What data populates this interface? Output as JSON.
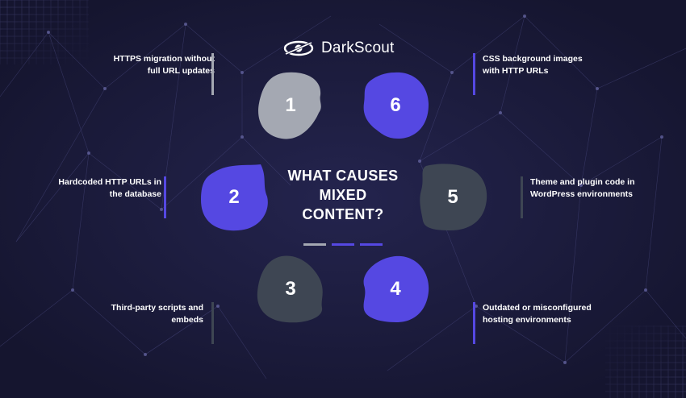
{
  "brand": {
    "name": "DarkScout"
  },
  "center": {
    "title_line1": "WHAT CAUSES",
    "title_line2": "MIXED",
    "title_line3": "CONTENT?"
  },
  "colors": {
    "background": "#1a1a3c",
    "gray": "#a4a8b2",
    "purple": "#5548e2",
    "dark_slate": "#3e4653"
  },
  "causes": [
    {
      "number": "1",
      "line1": "HTTPS migration without",
      "line2": "full URL updates",
      "color": "#a4a8b2"
    },
    {
      "number": "2",
      "line1": "Hardcoded HTTP URLs in",
      "line2": "the database",
      "color": "#5548e2"
    },
    {
      "number": "3",
      "line1": "Third-party scripts and",
      "line2": "embeds",
      "color": "#3e4653"
    },
    {
      "number": "4",
      "line1": "Outdated or misconfigured",
      "line2": "hosting environments",
      "color": "#5548e2"
    },
    {
      "number": "5",
      "line1": "Theme and plugin code in",
      "line2": "WordPress environments",
      "color": "#3e4653"
    },
    {
      "number": "6",
      "line1": "CSS background images",
      "line2": "with HTTP URLs",
      "color": "#5548e2"
    }
  ]
}
